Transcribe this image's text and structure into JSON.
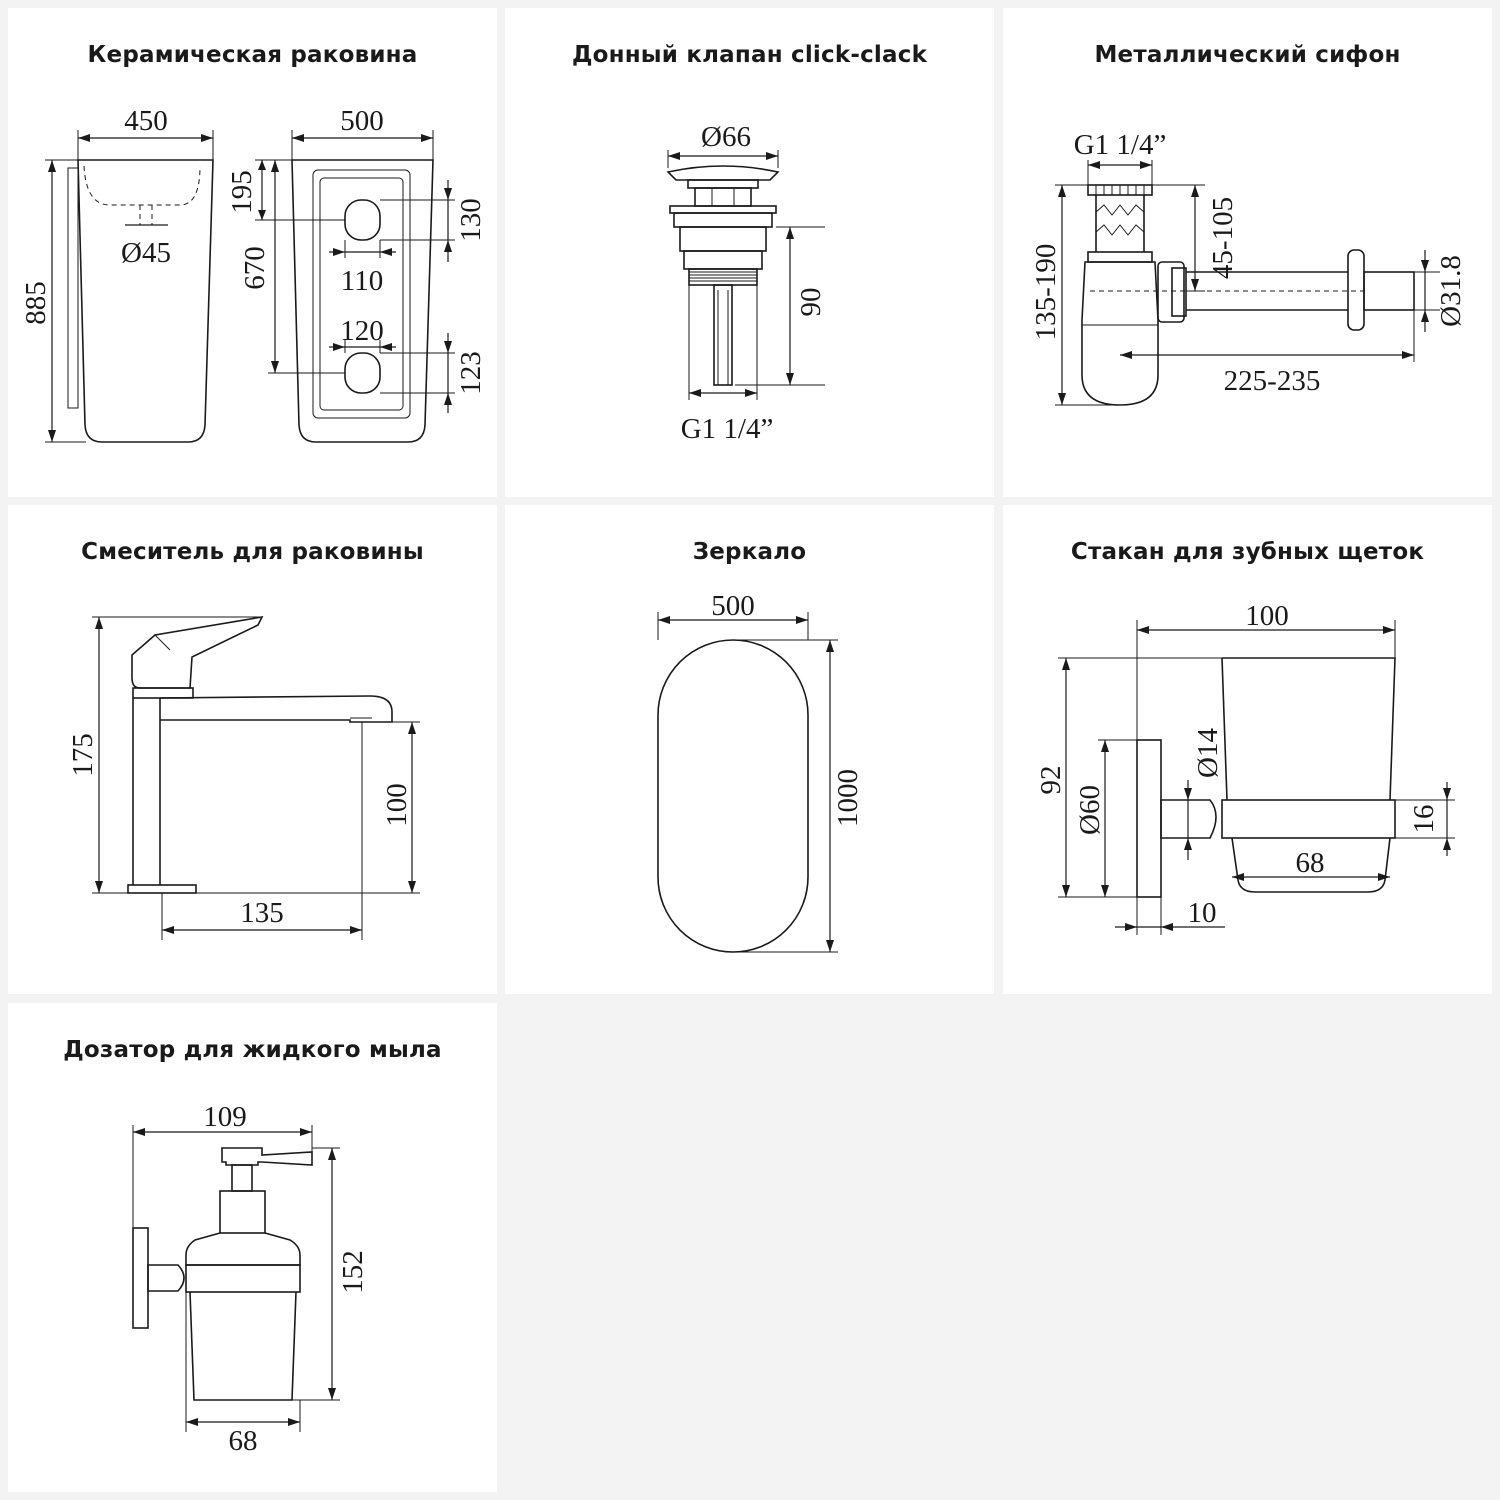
{
  "panels": {
    "sink": {
      "title": "Керамическая раковина",
      "dims": {
        "w_side": "450",
        "w_front": "500",
        "h_total": "885",
        "drain": "Ø45",
        "d195": "195",
        "d670": "670",
        "d130": "130",
        "d110": "110",
        "d120": "120",
        "d123": "123"
      }
    },
    "valve": {
      "title": "Донный клапан click-clack",
      "dims": {
        "dia": "Ø66",
        "h": "90",
        "thread": "G1 1/4”"
      }
    },
    "siphon": {
      "title": "Металлический сифон",
      "dims": {
        "thread": "G1 1/4”",
        "h_total": "135-190",
        "h_outlet": "45-105",
        "dia": "Ø31.8",
        "len": "225-235"
      }
    },
    "mixer": {
      "title": "Смеситель для раковины",
      "dims": {
        "h_total": "175",
        "h_spout": "100",
        "reach": "135"
      }
    },
    "mirror": {
      "title": "Зеркало",
      "dims": {
        "w": "500",
        "h": "1000"
      }
    },
    "cup": {
      "title": "Стакан для зубных щеток",
      "dims": {
        "w": "100",
        "h": "92",
        "dia_plate": "Ø60",
        "dia_rod": "Ø14",
        "ring": "16",
        "cup_w": "68",
        "gap": "10"
      }
    },
    "dispenser": {
      "title": "Дозатор для жидкого мыла",
      "dims": {
        "w": "109",
        "h": "152",
        "body_w": "68"
      }
    }
  }
}
